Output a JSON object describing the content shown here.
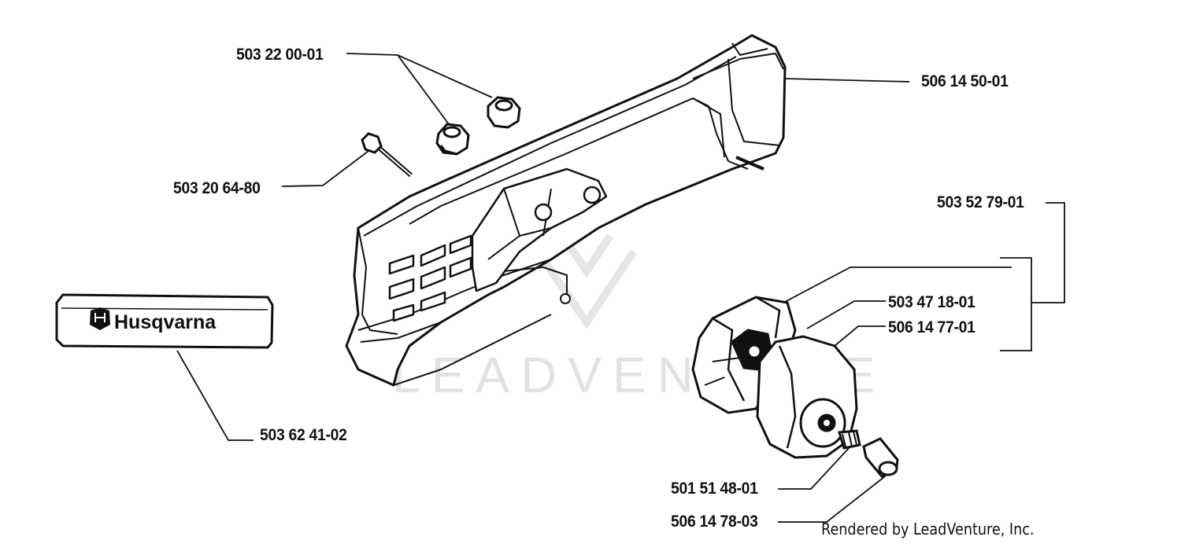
{
  "diagram": {
    "watermark": "LEADVENTURE",
    "credit": "Rendered by LeadVenture, Inc.",
    "logo_text": "Husqvarna",
    "parts": {
      "nut": "503 22 00-01",
      "cover": "506 14 50-01",
      "bolt": "503 20 64-80",
      "clutch_assembly": "503 52 79-01",
      "clutch": "503 47 18-01",
      "drum": "506 14 77-01",
      "decal": "503 62 41-02",
      "bearing": "501 51 48-01",
      "washer": "506 14 78-03"
    }
  }
}
